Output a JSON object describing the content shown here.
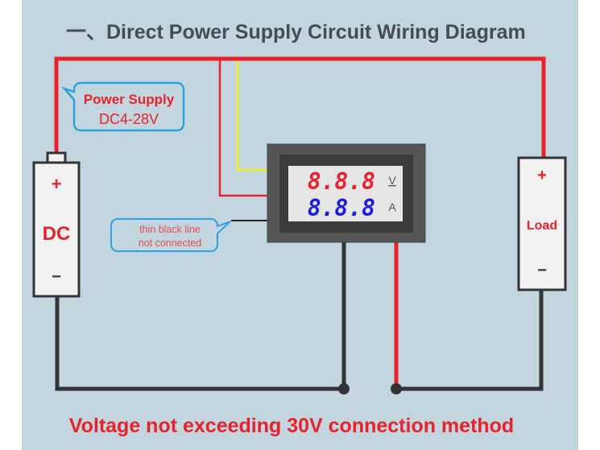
{
  "title": "一、Direct Power Supply Circuit Wiring Diagram",
  "power_supply_callout": {
    "line1": "Power Supply",
    "line2": "DC4-28V"
  },
  "battery": {
    "plus": "+",
    "label": "DC",
    "minus": "−"
  },
  "load": {
    "plus": "+",
    "label": "Load",
    "minus": "−"
  },
  "meter": {
    "voltage_display": "8.8.8",
    "voltage_unit": "V",
    "current_display": "8.8.8",
    "current_unit": "A"
  },
  "thin_line_callout": {
    "line1": "thin black line",
    "line2": "not connected"
  },
  "footer": "Voltage not exceeding 30V connection method",
  "colors": {
    "background": "#c3d6e0",
    "red_wire": "#e8212b",
    "yellow_wire": "#f2f21a",
    "black_wire": "#333333",
    "callout_border": "#29a3e0",
    "voltage_digits": "#e8212b",
    "current_digits": "#1a1ae0",
    "title": "#444c55"
  }
}
